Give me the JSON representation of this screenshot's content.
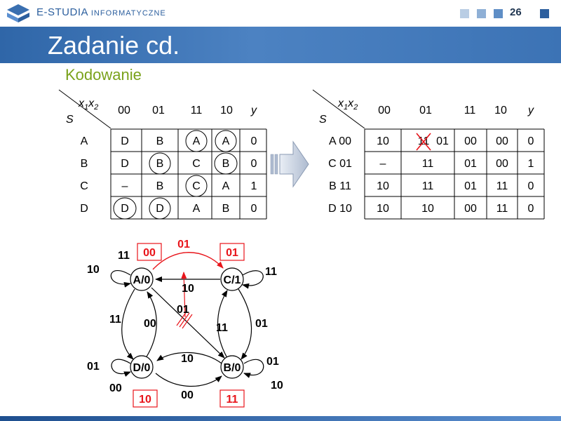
{
  "header": {
    "logo_text": "E-STUDIA",
    "logo_subtext": "INFORMATYCZNE",
    "page_number": "26",
    "square_colors": [
      "#b9cde4",
      "#8fb0d6",
      "#5f8ec6",
      "#2c5f9e"
    ]
  },
  "slide": {
    "title": "Zadanie cd.",
    "subtitle": "Kodowanie"
  },
  "table1": {
    "corner_top": [
      "x",
      "1",
      "x",
      "2"
    ],
    "corner_bottom": "S",
    "columns": [
      "00",
      "01",
      "11",
      "10",
      "y"
    ],
    "rows": [
      {
        "state": "A",
        "cells": [
          "D",
          "B",
          "A",
          "A",
          "0"
        ]
      },
      {
        "state": "B",
        "cells": [
          "D",
          "B",
          "C",
          "B",
          "0"
        ]
      },
      {
        "state": "C",
        "cells": [
          "–",
          "B",
          "C",
          "A",
          "1"
        ]
      },
      {
        "state": "D",
        "cells": [
          "D",
          "D",
          "A",
          "B",
          "0"
        ]
      }
    ]
  },
  "table2": {
    "corner_top": [
      "x",
      "1",
      "x",
      "2"
    ],
    "corner_bottom": "S",
    "columns": [
      "00",
      "01",
      "11",
      "10",
      "y"
    ],
    "rows": [
      {
        "state": "A 00",
        "cells": [
          "10",
          "11",
          "00",
          "00",
          "0"
        ],
        "note": "01"
      },
      {
        "state": "C 01",
        "cells": [
          "–",
          "11",
          "01",
          "00",
          "1"
        ]
      },
      {
        "state": "B 11",
        "cells": [
          "10",
          "11",
          "01",
          "11",
          "0"
        ]
      },
      {
        "state": "D 10",
        "cells": [
          "10",
          "10",
          "00",
          "11",
          "0"
        ]
      }
    ]
  },
  "graph": {
    "nodes": {
      "A": "A/0",
      "C": "C/1",
      "D": "D/0",
      "B": "B/0"
    },
    "codes": {
      "A": "00",
      "C": "01",
      "D": "10",
      "B": "11"
    },
    "labels": {
      "a_self_11": "11",
      "a_self_10": "10",
      "ac_top": "01",
      "ca_mid": "10",
      "ad_left": "11",
      "ad_right": "00",
      "ab_diag": "01",
      "cb_left": "11",
      "cb_right": "01",
      "c_self": "11",
      "db_top": "10",
      "bd_bottom": "00",
      "d_self_01": "01",
      "d_self_00": "00",
      "b_self_01": "01",
      "b_self_10": "10"
    }
  }
}
